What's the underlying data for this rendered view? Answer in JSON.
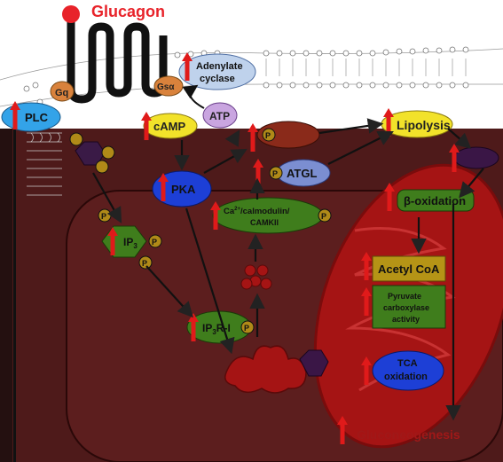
{
  "diagram": {
    "hormone": "Glucagon",
    "membrane_labels": {
      "gq": "Gq",
      "gsa": "Gsα",
      "plc": "PLC",
      "adenylate_cyclase_line1": "Adenylate",
      "adenylate_cyclase_line2": "cyclase",
      "camp": "cAMP",
      "atp": "ATP"
    },
    "cytosol_labels": {
      "lipolysis": "Lipolysis",
      "pka": "PKA",
      "atgl": "ATGL",
      "ip3": "IP",
      "ip3_sub": "3",
      "ip3r": "IP",
      "ip3r_sub": "3",
      "ip3r_suffix": "R-I",
      "camkii_line1": "Ca",
      "camkii_sup": "2+",
      "camkii_line1_rest": "/calmodulin/",
      "camkii_line2": "CAMKII",
      "phospho": "P"
    },
    "mitochondrion_labels": {
      "beta_oxidation": "β-oxidation",
      "acetyl_coa": "Acetyl CoA",
      "pc_line1": "Pyruvate",
      "pc_line2": "carboxylase",
      "pc_line3": "activity",
      "tca_line1": "TCA",
      "tca_line2": "oxidation"
    },
    "outcome": "Gluconeogenesis",
    "colors": {
      "hormone_red": "#e8232a",
      "cell_dark": "#4e1a1a",
      "mito_red": "#a51414",
      "pka_blue": "#1d3fd6",
      "green": "#3f7d1c",
      "up_arrow": "#e01a1a"
    }
  }
}
